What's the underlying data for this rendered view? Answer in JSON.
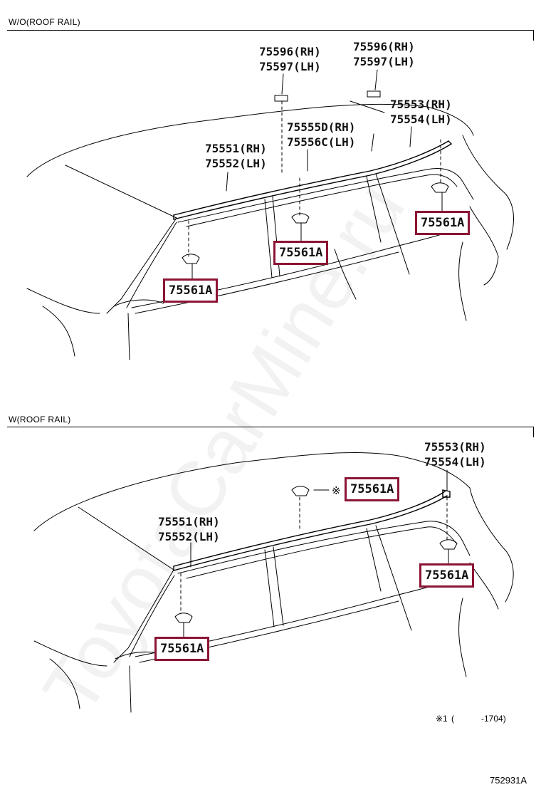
{
  "sections": {
    "top": {
      "title": "W/O(ROOF RAIL)"
    },
    "bottom": {
      "title": "W(ROOF RAIL)"
    }
  },
  "top_labels": {
    "p75596_a": "75596(RH)\n75597(LH)",
    "p75596_b": "75596(RH)\n75597(LH)",
    "p75553": "75553(RH)\n75554(LH)",
    "p75555": "75555D(RH)\n75556C(LH)",
    "p75551": "75551(RH)\n75552(LH)",
    "callout_front": "75561A",
    "callout_mid": "75561A",
    "callout_rear": "75561A"
  },
  "bottom_labels": {
    "p75553": "75553(RH)\n75554(LH)",
    "p75551": "75551(RH)\n75552(LH)",
    "callout_top_mark": "※",
    "callout_top": "75561A",
    "callout_rear": "75561A",
    "callout_front": "75561A"
  },
  "footnote": {
    "mark": "※1",
    "paren_open": "(",
    "range": "-1704)"
  },
  "figure_id": "752931A",
  "watermark": "ToyotaCarMine.ru",
  "colors": {
    "callout_border": "#8c1434",
    "line": "#000000",
    "watermark": "#cccccc"
  }
}
